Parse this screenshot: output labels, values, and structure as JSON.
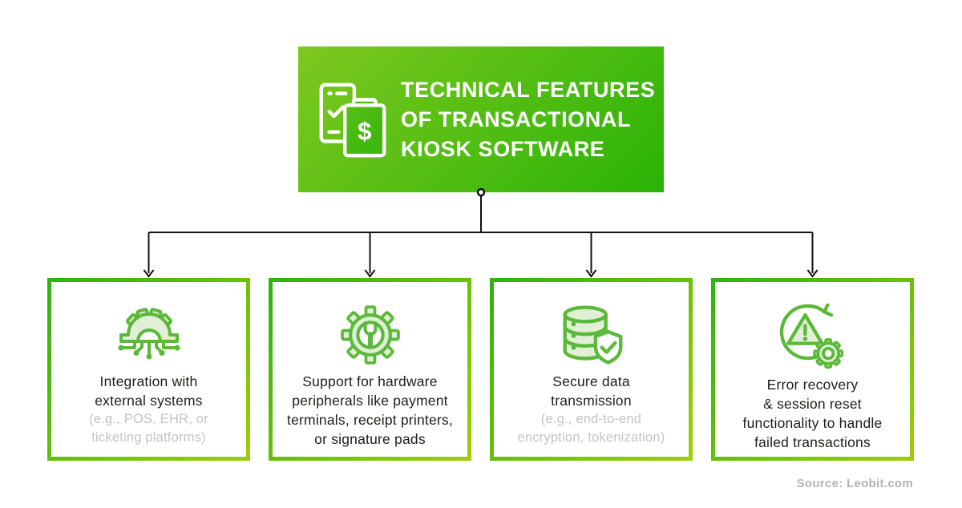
{
  "header": {
    "icon": "kiosk-payment-receipt-icon",
    "title_lines": [
      "TECHNICAL FEATURES",
      "OF TRANSACTIONAL",
      "KIOSK SOFTWARE"
    ],
    "gradient_from": "#7ec81f",
    "gradient_to": "#2ab307",
    "text_color": "#ffffff"
  },
  "connector": {
    "color": "#111111",
    "shape": "circle-start elbow lines with four down arrows"
  },
  "features": [
    {
      "icon": "integration-circuit-icon",
      "title_lines": [
        "Integration with",
        "external systems"
      ],
      "subtitle_lines": [
        "(e.g., POS, EHR, or",
        "ticketing platforms)"
      ]
    },
    {
      "icon": "gear-wrench-icon",
      "title_lines": [
        "Support for hardware",
        "peripherals like payment",
        "terminals, receipt printers,",
        "or signature pads"
      ],
      "subtitle_lines": []
    },
    {
      "icon": "database-shield-icon",
      "title_lines": [
        "Secure data",
        "transmission"
      ],
      "subtitle_lines": [
        "(e.g., end-to-end",
        "encryption, tokenization)"
      ]
    },
    {
      "icon": "error-recovery-gear-icon",
      "title_lines": [
        "Error recovery",
        "& session reset",
        "functionality to handle",
        "failed transactions"
      ],
      "subtitle_lines": []
    }
  ],
  "footer": {
    "source_label": "Source: Leobit.com"
  },
  "colors": {
    "card_border_from": "#2eb30d",
    "card_border_to": "#9fce05",
    "icon_stroke": "#5bb93a",
    "icon_fill": "#e1efd6",
    "title_text": "#1d1d1b",
    "subtitle_text": "#c3c3c3",
    "source_text": "#b3b3b3",
    "background": "#ffffff"
  }
}
